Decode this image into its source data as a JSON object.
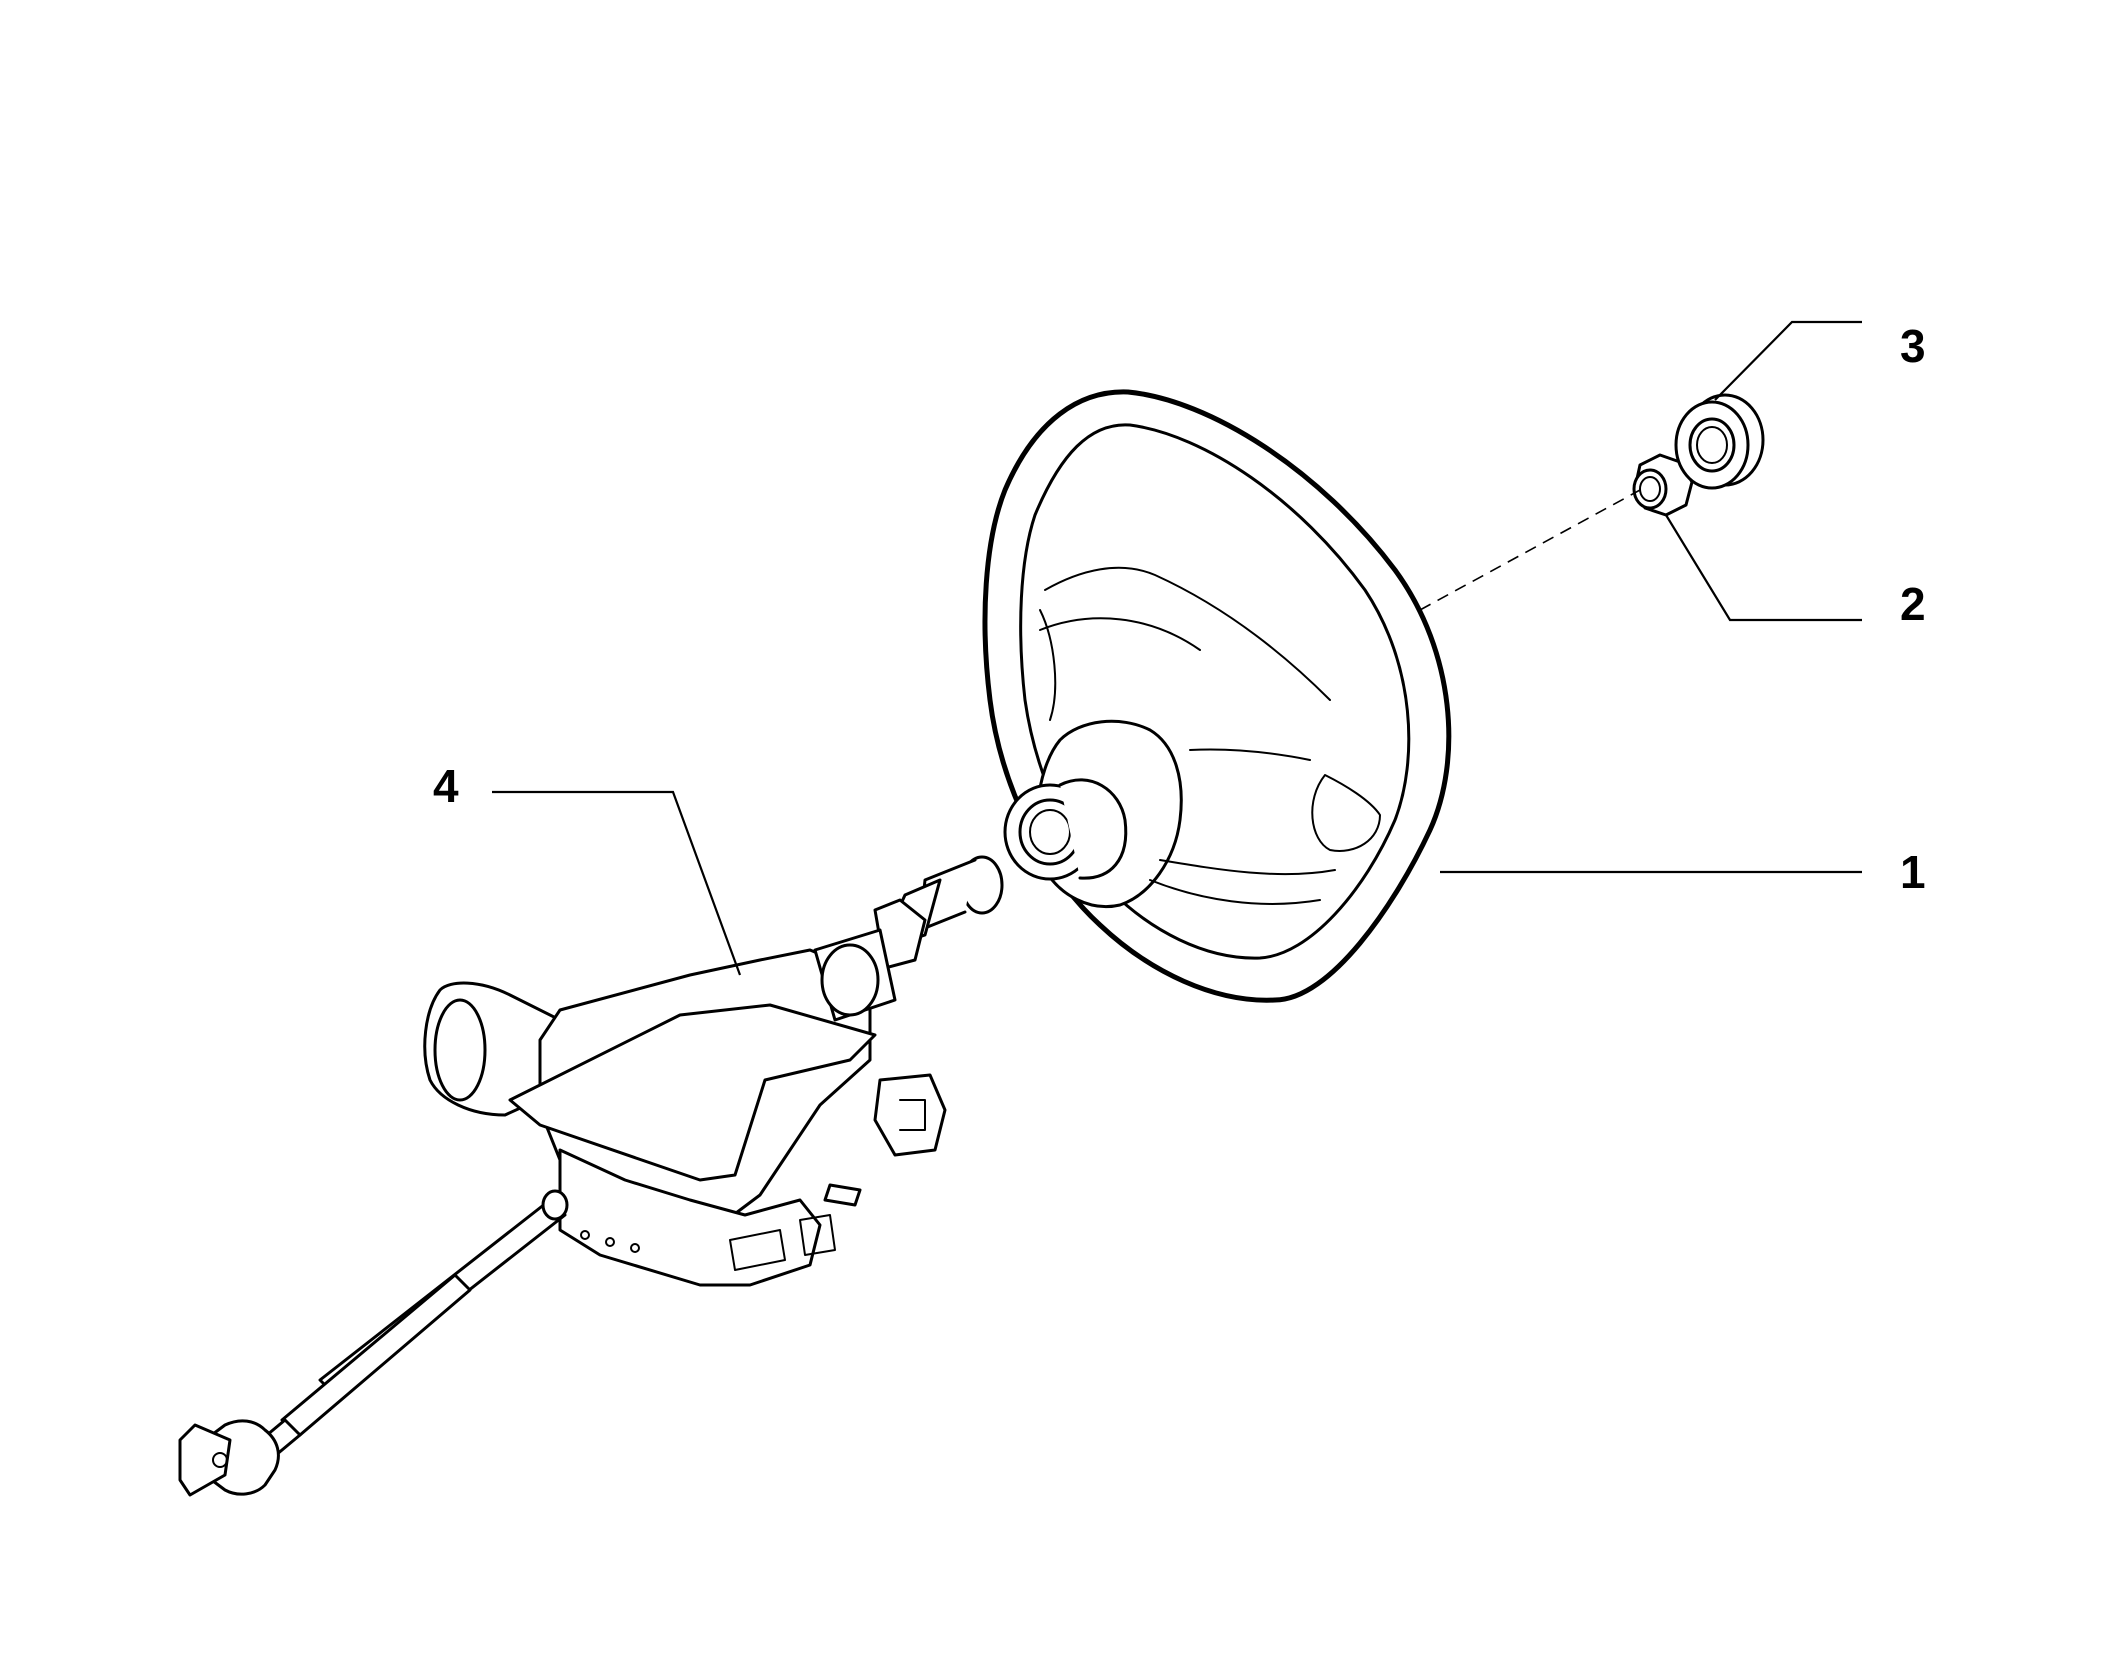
{
  "callouts": [
    {
      "id": "1",
      "label": "1"
    },
    {
      "id": "2",
      "label": "2"
    },
    {
      "id": "3",
      "label": "3"
    },
    {
      "id": "4",
      "label": "4"
    }
  ],
  "colors": {
    "ink": "#000000",
    "background": "#ffffff"
  },
  "parts": [
    {
      "callout": "1",
      "icon": "steering-wheel-icon"
    },
    {
      "callout": "2",
      "icon": "hex-nut-icon"
    },
    {
      "callout": "3",
      "icon": "washer-cap-icon"
    },
    {
      "callout": "4",
      "icon": "steering-column-icon"
    }
  ]
}
